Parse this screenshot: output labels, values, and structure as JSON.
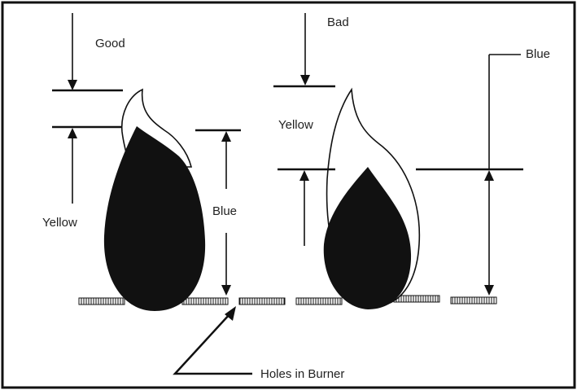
{
  "labels": {
    "good": "Good",
    "bad": "Bad",
    "blue_left": "Blue",
    "blue_right": "Blue",
    "yellow_left": "Yellow",
    "yellow_right": "Yellow",
    "holes": "Holes in Burner"
  },
  "colors": {
    "ink": "#111111",
    "background": "#ffffff"
  }
}
